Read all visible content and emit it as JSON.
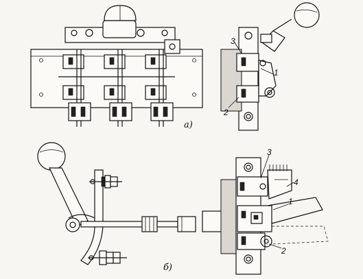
{
  "figure": {
    "view_a_label": "а)",
    "view_b_label": "б)",
    "callouts_a": [
      "3",
      "1",
      "2"
    ],
    "callouts_b": [
      "3",
      "4",
      "1",
      "2"
    ]
  }
}
